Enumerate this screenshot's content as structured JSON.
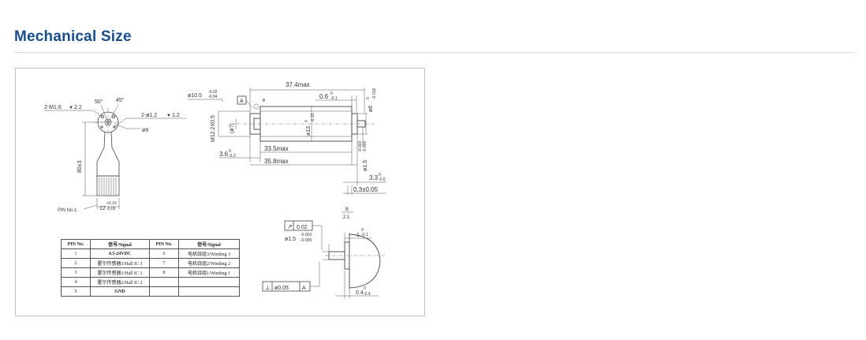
{
  "header": {
    "title": "Mechanical Size"
  },
  "drawing": {
    "front_view": {
      "thread": "2-M1.6",
      "thread_depth": "2.2",
      "angle_a": "50°",
      "angle_b": "45°",
      "hole": "2-ø1.2",
      "hole_depth": "1.2",
      "pcd": "ø9",
      "lead_length": "80±3",
      "pin_pitch": "12",
      "pin_pitch_tol_upper": "+0.10",
      "pin_pitch_tol_lower": "-0.05",
      "pin_label": "PIN  No.1"
    },
    "side_view": {
      "overall_length": "37.4max",
      "shaft_step": "0.6",
      "shaft_step_tol": "-0.1",
      "boss_dia": "ø10.5",
      "boss_tol_upper": "-0.02",
      "boss_tol_lower": "-0.04",
      "datum_a": "A",
      "detail_b": "B",
      "thread_m": "M12.2X0.5",
      "inner_dia": "(ø7)",
      "body_dia": "ø13",
      "body_dia_tol": "-0.15",
      "end_dia": "ø6",
      "end_dia_tol": "-0.018",
      "body_length": "33.5max",
      "flange_offset": "3.6",
      "flange_offset_tol": "-0.3",
      "total_body": "35.8max",
      "shaft_dia": "ø1.5",
      "shaft_tol_upper": "-0.003",
      "shaft_tol_lower": "-0.009",
      "shaft_len": "3.3",
      "shaft_len_tol": "-0.6",
      "shaft_end": "0.3±0.05"
    },
    "detail_b": {
      "label": "B",
      "scale": "2:1",
      "runout_value": "0.02",
      "shaft_dia": "ø1.5",
      "shaft_tol_upper": "-0.003",
      "shaft_tol_lower": "-0.009",
      "face_dim": "1",
      "face_tol_upper": "0",
      "face_tol_lower": "-0.1",
      "perp_value": "ø0.05",
      "perp_datum": "A",
      "bottom_dim": "0.4",
      "bottom_tol_upper": "0",
      "bottom_tol_lower": "-0.4"
    }
  },
  "pin_table": {
    "headers": [
      "PIN No.",
      "信号/Signal",
      "PIN No.",
      "信号/Signal"
    ],
    "rows": [
      [
        "1",
        "4.5-24VDC",
        "6",
        "电机绕组3/Winding 3"
      ],
      [
        "2",
        "霍尔传感器3/Hall IC 3",
        "7",
        "电机绕组2/Winding 2"
      ],
      [
        "3",
        "霍尔传感器1/Hall IC 1",
        "8",
        "电机绕组1/Winding 1"
      ],
      [
        "4",
        "霍尔传感器2/Hall IC 2",
        "",
        ""
      ],
      [
        "5",
        "GND",
        "",
        ""
      ]
    ]
  }
}
